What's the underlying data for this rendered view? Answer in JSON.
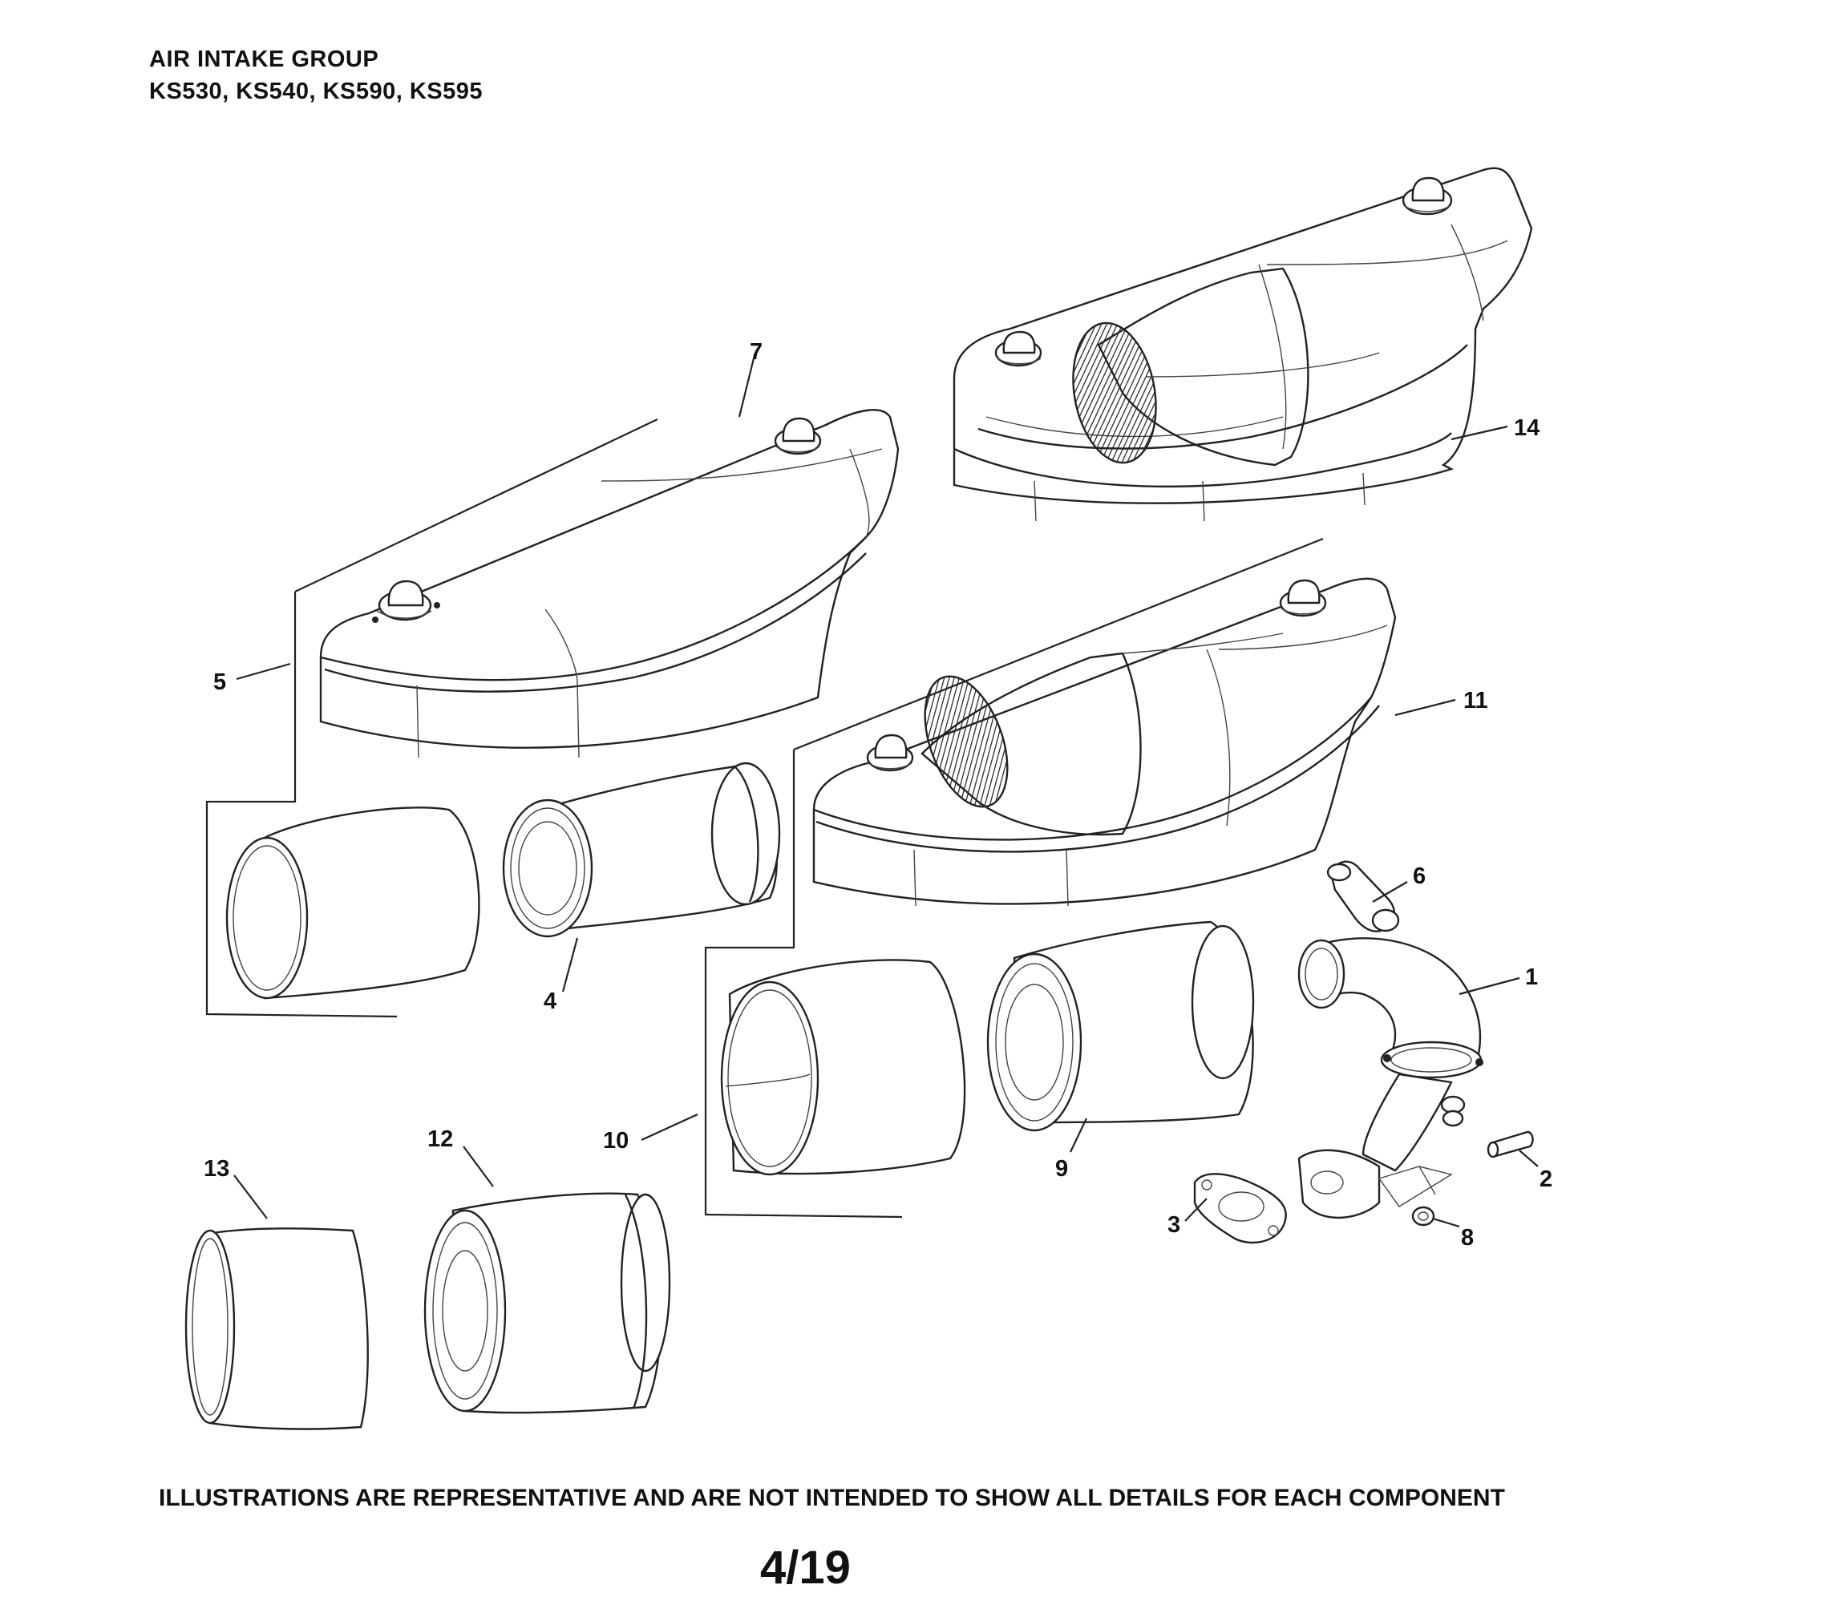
{
  "header": {
    "line1": "AIR INTAKE GROUP",
    "line2": "KS530, KS540, KS590, KS595"
  },
  "callouts": {
    "c1": "1",
    "c2": "2",
    "c3": "3",
    "c4": "4",
    "c5": "5",
    "c6": "6",
    "c7": "7",
    "c8": "8",
    "c9": "9",
    "c10": "10",
    "c11": "11",
    "c12": "12",
    "c13": "13",
    "c14": "14"
  },
  "footer": {
    "disclaimer": "ILLUSTRATIONS ARE REPRESENTATIVE AND ARE NOT INTENDED TO SHOW ALL DETAILS FOR EACH COMPONENT",
    "page_number": "4/19"
  }
}
